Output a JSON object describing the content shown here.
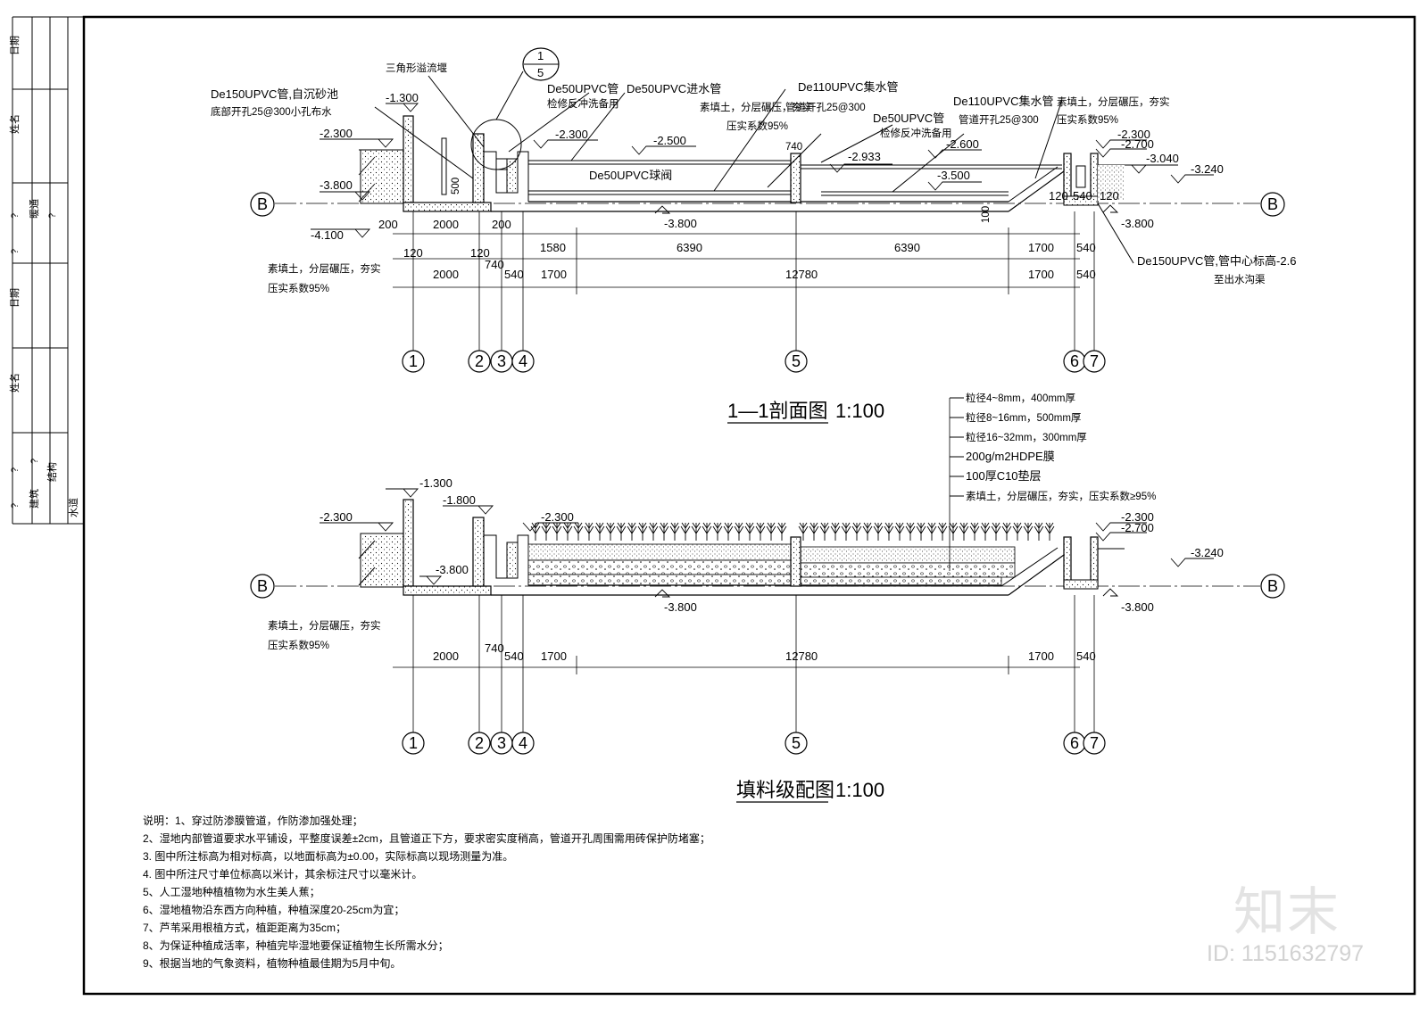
{
  "title_block": {
    "left_labels": [
      "日期",
      "姓名",
      "?",
      "暖通",
      "?",
      "?",
      "日期",
      "姓名",
      "?",
      "?",
      "建筑",
      "结构",
      "?",
      "水道"
    ]
  },
  "section_1": {
    "title": "1—1剖面图",
    "scale": "1:100",
    "callouts": {
      "weir": "三角形溢流堰",
      "pipe_150_a": "De150UPVC管,自沉砂池",
      "pipe_150_b": "底部开孔25@300小孔布水",
      "pipe_50_a": "De50UPVC管",
      "pipe_50_b": "检修反冲洗备用",
      "inlet": "De50UPVC进水管",
      "fill_a": "素填土，分层碾压，夯实",
      "fill_b": "压实系数95%",
      "collect_a": "De110UPVC集水管",
      "collect_b": "管道开孔25@300",
      "pipe_50c_a": "De50UPVC管",
      "pipe_50c_b": "检修反冲洗备用",
      "collect2_a": "De110UPVC集水管",
      "collect2_b": "管道开孔25@300",
      "fill2_a": "素填土，分层碾压，夯实",
      "fill2_b": "压实系数95%",
      "ball_valve": "De50UPVC球阀",
      "outlet_a": "De150UPVC管,管中心标高-2.6",
      "outlet_b": "至出水沟渠",
      "left_fill_a": "素填土，分层碾压，夯实",
      "left_fill_b": "压实系数95%",
      "detail_top": "1",
      "detail_bot": "5"
    },
    "elevations": [
      "-1.300",
      "-2.300",
      "-3.800",
      "-4.100",
      "-2.300",
      "-2.500",
      "-2.933",
      "-2.600",
      "-3.500",
      "-3.800",
      "-2.300",
      "-2.700",
      "-3.040",
      "-3.240",
      "-3.800"
    ],
    "dims_top": [
      "200",
      "2000",
      "200",
      "740",
      "120",
      "120",
      "1580",
      "6390",
      "6390",
      "1700",
      "540",
      "120",
      "540",
      "120",
      "100",
      "500"
    ],
    "dims_bottom": [
      "2000",
      "740",
      "540",
      "1700",
      "12780",
      "1700",
      "540"
    ],
    "grid": [
      "1",
      "2",
      "3",
      "4",
      "5",
      "6",
      "7"
    ],
    "axis": "B"
  },
  "section_2": {
    "title": "填料级配图",
    "scale": "1:100",
    "layers": [
      "粒径4~8mm，400mm厚",
      "粒径8~16mm，500mm厚",
      "粒径16~32mm，300mm厚",
      "200g/m2HDPE膜",
      "100厚C10垫层",
      "素填土，分层碾压，夯实，压实系数≥95%"
    ],
    "elevations": [
      "-1.300",
      "-1.800",
      "-2.300",
      "-2.300",
      "-3.800",
      "-3.800",
      "-2.300",
      "-2.700",
      "-3.240",
      "-3.800"
    ],
    "fill_a": "素填土，分层碾压，夯实",
    "fill_b": "压实系数95%",
    "dims": [
      "2000",
      "740",
      "540",
      "1700",
      "12780",
      "1700",
      "540"
    ],
    "grid": [
      "1",
      "2",
      "3",
      "4",
      "5",
      "6",
      "7"
    ],
    "axis": "B"
  },
  "notes": [
    "说明：1、穿过防渗膜管道，作防渗加强处理；",
    "2、湿地内部管道要求水平铺设，平整度误差±2cm，且管道正下方，要求密实度稍高，管道开孔周围需用砖保护防堵塞；",
    "3.  图中所注标高为相对标高，以地面标高为±0.00，实际标高以现场测量为准。",
    "4.  图中所注尺寸单位标高以米计，其余标注尺寸以毫米计。",
    "5、人工湿地种植植物为水生美人蕉；",
    "6、湿地植物沿东西方向种植，种植深度20-25cm为宜；",
    "7、芦苇采用根植方式，植距距离为35cm；",
    "8、为保证种植成活率，种植完毕湿地要保证植物生长所需水分；",
    "9、根据当地的气象资料，植物种植最佳期为5月中旬。"
  ],
  "watermark": {
    "logo": "知末",
    "id": "ID: 1151632797"
  }
}
